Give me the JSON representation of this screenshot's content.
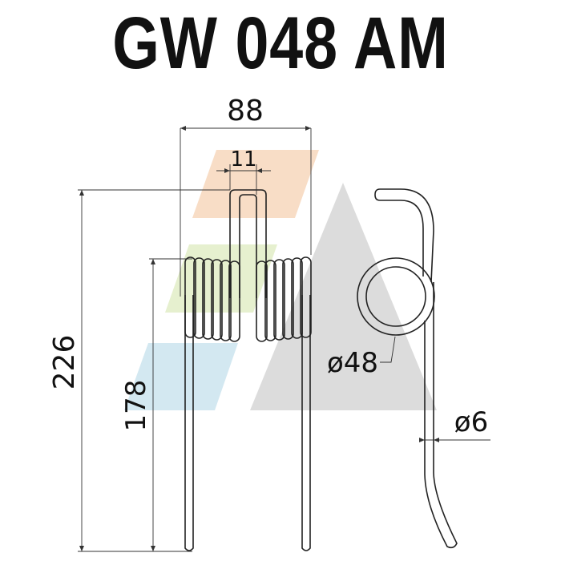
{
  "header": {
    "title": "GW 048 AM"
  },
  "dimensions": {
    "overall_width": "88",
    "loop_width": "11",
    "overall_height": "226",
    "coil_height": "178",
    "coil_diameter": "ø48",
    "wire_diameter": "ø6"
  },
  "colors": {
    "line": "#222222",
    "watermark_orange": "#f8ddc6",
    "watermark_green": "#e6f0cf",
    "watermark_blue": "#d3e8f1",
    "watermark_grey": "#dcdcdc"
  }
}
